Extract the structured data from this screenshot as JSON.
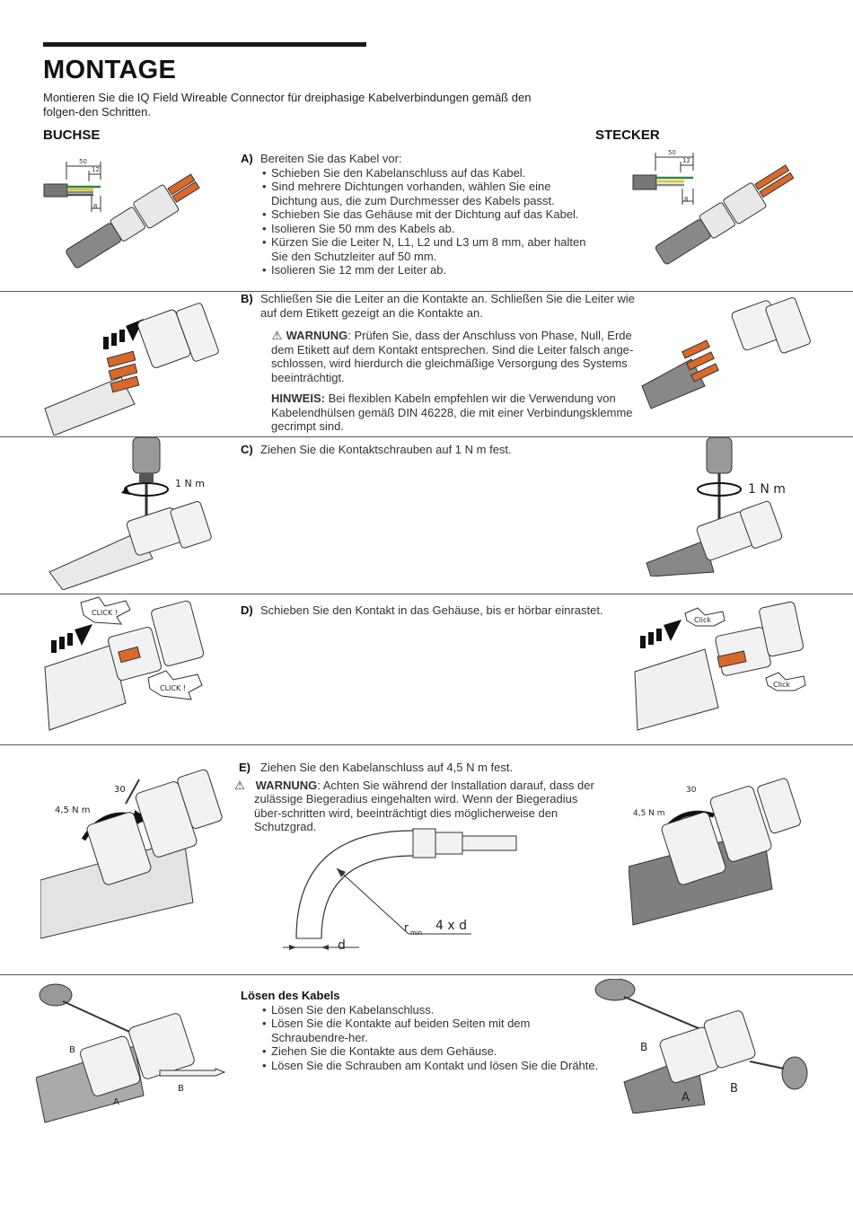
{
  "page": {
    "title": "MONTAGE",
    "intro": "Montieren Sie die IQ Field Wireable Connector für dreiphasige Kabelverbindungen gemäß den folgen-den Schritten.",
    "col_left": "BUCHSE",
    "col_right": "STECKER"
  },
  "steps": {
    "a": {
      "letter": "A)",
      "lead": "Bereiten Sie das Kabel vor:",
      "bullets": [
        "Schieben Sie den Kabelanschluss auf das Kabel.",
        "Sind mehrere Dichtungen vorhanden, wählen Sie eine Dichtung aus, die zum Durchmesser des Kabels passt.",
        "Schieben Sie das Gehäuse mit der Dichtung auf das Kabel.",
        "Isolieren Sie 50 mm des Kabels ab.",
        "Kürzen Sie die Leiter N, L1, L2 und L3 um 8 mm, aber halten Sie den Schutzleiter auf 50 mm.",
        "Isolieren Sie 12 mm der Leiter ab."
      ],
      "dims": {
        "d50": "50",
        "d12": "12",
        "d8": "8"
      }
    },
    "b": {
      "letter": "B)",
      "text": "Schließen Sie die Leiter an die Kontakte an. Schließen Sie die Leiter wie auf dem Etikett gezeigt an die Kontakte an.",
      "warn_icon": "⚠",
      "warn_label": "WARNUNG",
      "warn_text": ": Prüfen Sie, dass der Anschluss von Phase, Null, Erde dem Etikett auf dem Kontakt entsprechen. Sind die Leiter falsch ange-schlossen, wird hierdurch die gleichmäßige Versorgung des Systems beeinträchtigt.",
      "hint_label": "HINWEIS:",
      "hint_text": " Bei flexiblen Kabeln empfehlen wir die Verwendung von Kabelendhülsen gemäß DIN 46228, die mit einer Verbindungsklemme gecrimpt sind."
    },
    "c": {
      "letter": "C)",
      "text": "Ziehen Sie die Kontaktschrauben auf 1 N m fest.",
      "torque_left": "1 N m",
      "torque_right": "1 N m"
    },
    "d": {
      "letter": "D)",
      "text": "Schieben Sie den Kontakt in das Gehäuse, bis er hörbar einrastet.",
      "click_upper": "CLICK  !",
      "click_lower": "CLICK  !",
      "click_right_upper": "Click",
      "click_right_lower": "Click"
    },
    "e": {
      "letter": "E)",
      "text": "Ziehen Sie den Kabelanschluss auf 4,5 N m fest.",
      "warn_icon": "⚠",
      "warn_label": "WARNUNG",
      "warn_text": ": Achten Sie während der Installation darauf, dass der zulässige Biegeradius eingehalten wird. Wenn der Biegeradius über-schritten wird, beeinträchtigt dies möglicherweise den Schutzgrad.",
      "torque": "4,5 N m",
      "wrench": "30",
      "radius_r": "r",
      "radius_min": "min",
      "radius_val": "4 x d",
      "diameter": "d"
    },
    "f": {
      "heading": "Lösen des Kabels",
      "bullets": [
        "Lösen Sie den Kabelanschluss.",
        "Lösen Sie die Kontakte auf beiden Seiten mit dem Schraubendre-her.",
        "Ziehen Sie die Kontakte aus dem Gehäuse.",
        "Lösen Sie die Schrauben am Kontakt und lösen Sie die Drähte."
      ],
      "label_a": "A",
      "label_b": "B"
    }
  },
  "colors": {
    "wire_orange": "#d9692b",
    "cable_gray": "#9a9a9a",
    "line": "#333333"
  }
}
